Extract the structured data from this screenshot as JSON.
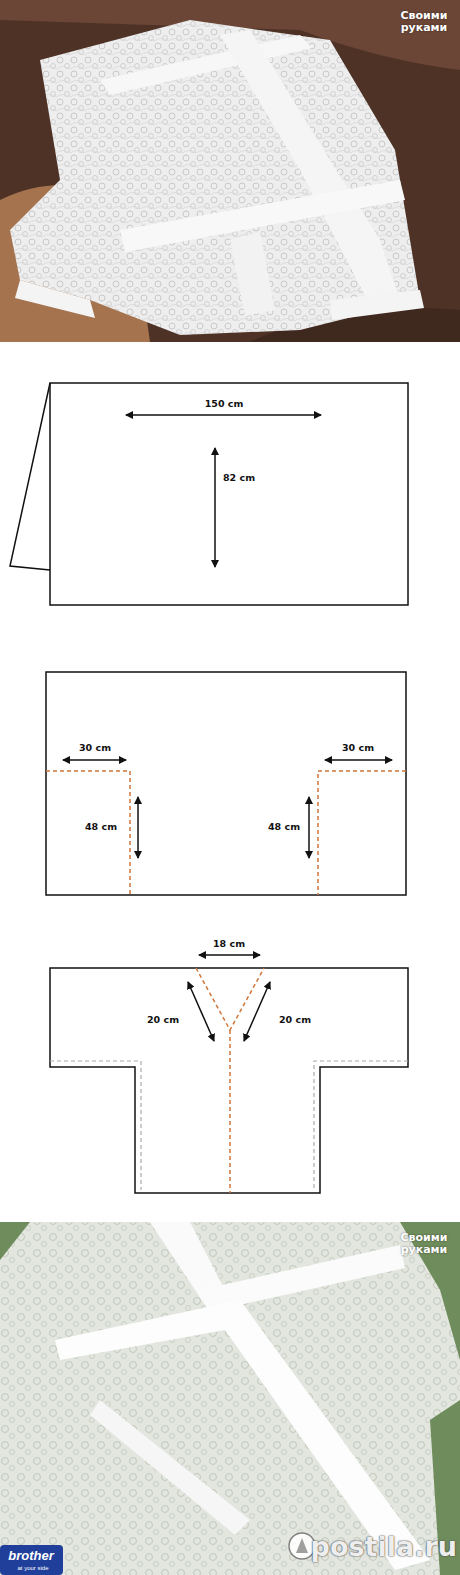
{
  "diagram": {
    "labels": [
      "Своими руками",
      "150 cm",
      "82 cm",
      "30 cm",
      "48 cm",
      "48 cm",
      "30 cm",
      "18 cm",
      "20 cm",
      "20 cm",
      "Своими руками",
      "brother",
      "at your side",
      "postila.ru"
    ]
  }
}
